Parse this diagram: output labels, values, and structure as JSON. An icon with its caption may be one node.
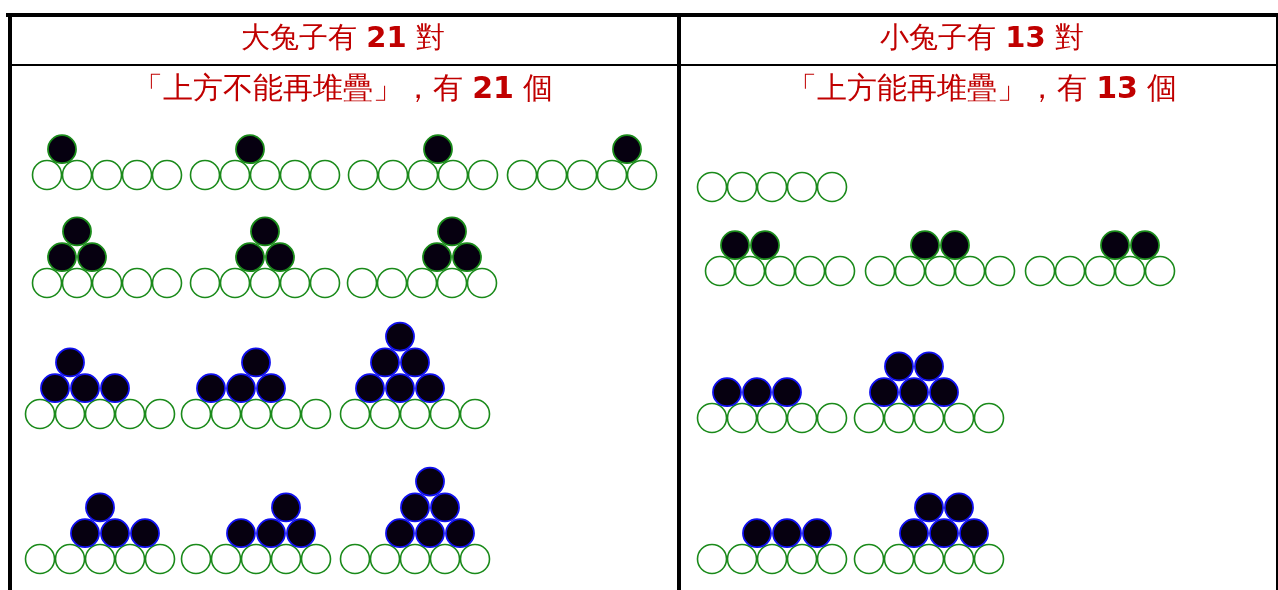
{
  "diagram": {
    "labels": [
      "大兔子有 **21** 對",
      "小兔子有 **13** 對",
      "「上方不能再堆疊」，有 **21** 個",
      "「上方能再堆疊」，有 **13** 個"
    ]
  }
}
